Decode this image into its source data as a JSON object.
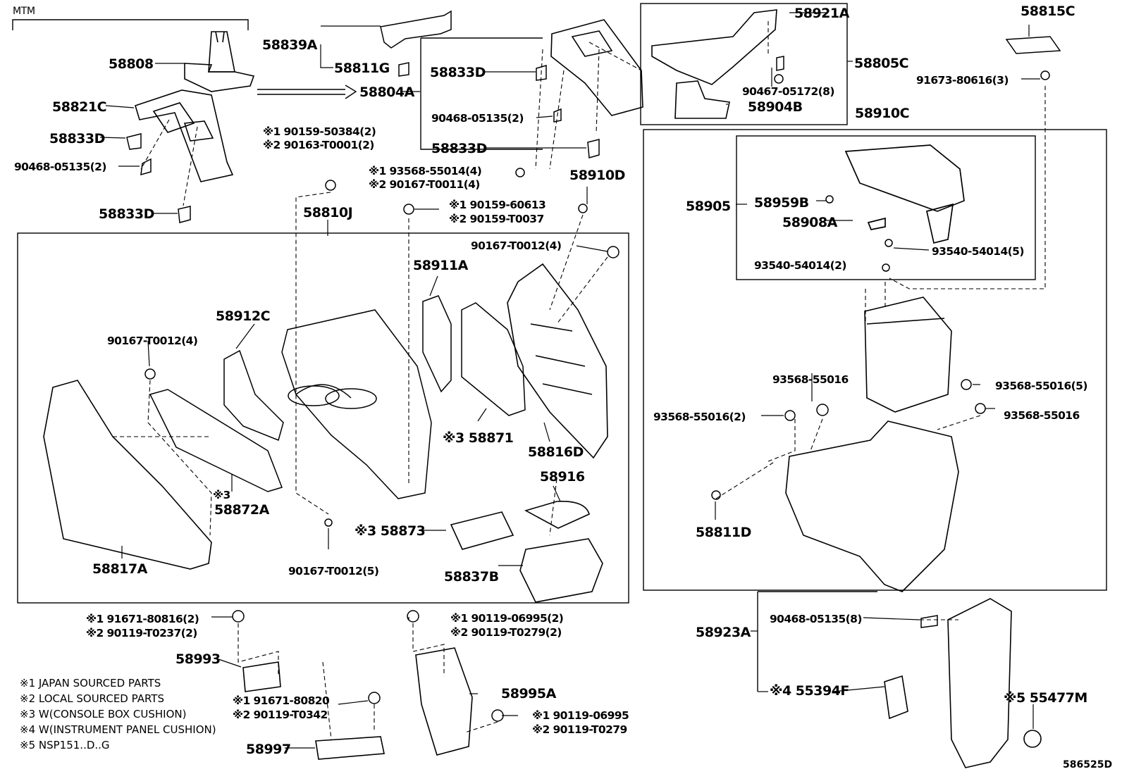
{
  "header": {
    "variant_label": "MTM"
  },
  "figure_ref": "586525D",
  "parts": {
    "p58808": "58808",
    "p58821C": "58821C",
    "p58833D_a": "58833D",
    "p90468_05135_2a": "90468-05135(2)",
    "p58833D_b": "58833D",
    "p58839A": "58839A",
    "p58811G": "58811G",
    "p58804A": "58804A",
    "p58833D_c": "58833D",
    "p90468_05135_2b": "90468-05135(2)",
    "p58833D_d": "58833D",
    "p93568_55014_4": "※1 93568-55014(4)",
    "p90167_T0011_4": "※2 90167-T0011(4)",
    "p90159_50384_2": "※1 90159-50384(2)",
    "p90163_T0001_2": "※2 90163-T0001(2)",
    "p58810J": "58810J",
    "p90159_60613": "※1 90159-60613",
    "p90159_T0037": "※2 90159-T0037",
    "p58910D": "58910D",
    "p90167_T0012_4a": "90167-T0012(4)",
    "p58911A": "58911A",
    "p58912C": "58912C",
    "p90167_T0012_4b": "90167-T0012(4)",
    "p58871": "※3 58871",
    "p58816D": "58816D",
    "p58916": "58916",
    "p58872A": "58872A",
    "p58872A_note": "※3",
    "p58873": "※3 58873",
    "p58817A": "58817A",
    "p90167_T0012_5": "90167-T0012(5)",
    "p58837B": "58837B",
    "p58921A": "58921A",
    "p90467_05172_8": "90467-05172(8)",
    "p58904B": "58904B",
    "p58805C": "58805C",
    "p58815C": "58815C",
    "p91673_80616_3": "91673-80616(3)",
    "p58910C": "58910C",
    "p58905": "58905",
    "p58959B": "58959B",
    "p58908A": "58908A",
    "p93540_54014_5": "93540-54014(5)",
    "p93540_54014_2": "93540-54014(2)",
    "p93568_55016_a": "93568-55016",
    "p93568_55016_5": "93568-55016(5)",
    "p93568_55016_2": "93568-55016(2)",
    "p93568_55016_b": "93568-55016",
    "p58811D": "58811D",
    "p91671_80816_2": "※1 91671-80816(2)",
    "p90119_T0237_2": "※2 90119-T0237(2)",
    "p58993": "58993",
    "p90119_06995_2": "※1 90119-06995(2)",
    "p90119_T0279_2": "※2 90119-T0279(2)",
    "p58995A": "58995A",
    "p91671_80820": "※1 91671-80820",
    "p90119_T0342": "※2 90119-T0342",
    "p90119_06995": "※1 90119-06995",
    "p90119_T0279": "※2 90119-T0279",
    "p58997": "58997",
    "p58923A": "58923A",
    "p90468_05135_8": "90468-05135(8)",
    "p55394F": "※4 55394F",
    "p55477M": "※5 55477M"
  },
  "notes": [
    "※1 JAPAN SOURCED PARTS",
    "※2 LOCAL SOURCED PARTS",
    "※3 W(CONSOLE BOX CUSHION)",
    "※4 W(INSTRUMENT PANEL CUSHION)",
    "※5 NSP151..D..G"
  ]
}
